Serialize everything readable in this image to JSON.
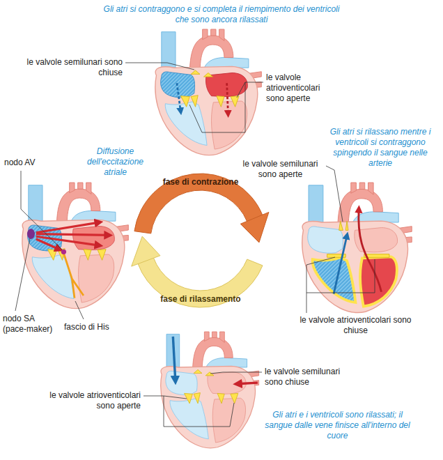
{
  "diagram": {
    "nodes": [
      {
        "text": [
          "fase di contrazione"
        ]
      },
      {
        "text": [
          "fase di rilassamento"
        ]
      }
    ],
    "labels": [
      "Gli atri si contraggono e si completa il riempimento dei ventricoli che sono ancora rilassati",
      "le valvole semilunari sono chiuse",
      "le valvole atrioventicolari sono aperte",
      "Gli atri si rilassano mentre i ventricoli si contraggono spingendo il sangue nelle arterie",
      "le valvole semilunari sono aperte",
      "le valvole atrioventicolari sono chiuse",
      "Diffusione dell'eccitazione atriale",
      "nodo AV",
      "nodo SA (pace-maker)",
      "fascio di His",
      "le valvole semilunari sono chiuse",
      "le valvole atrioventicolari sono aperte",
      "Gli atri e i ventricoli sono rilassati; il sangue dalle vene finisce all'interno del cuore"
    ]
  }
}
